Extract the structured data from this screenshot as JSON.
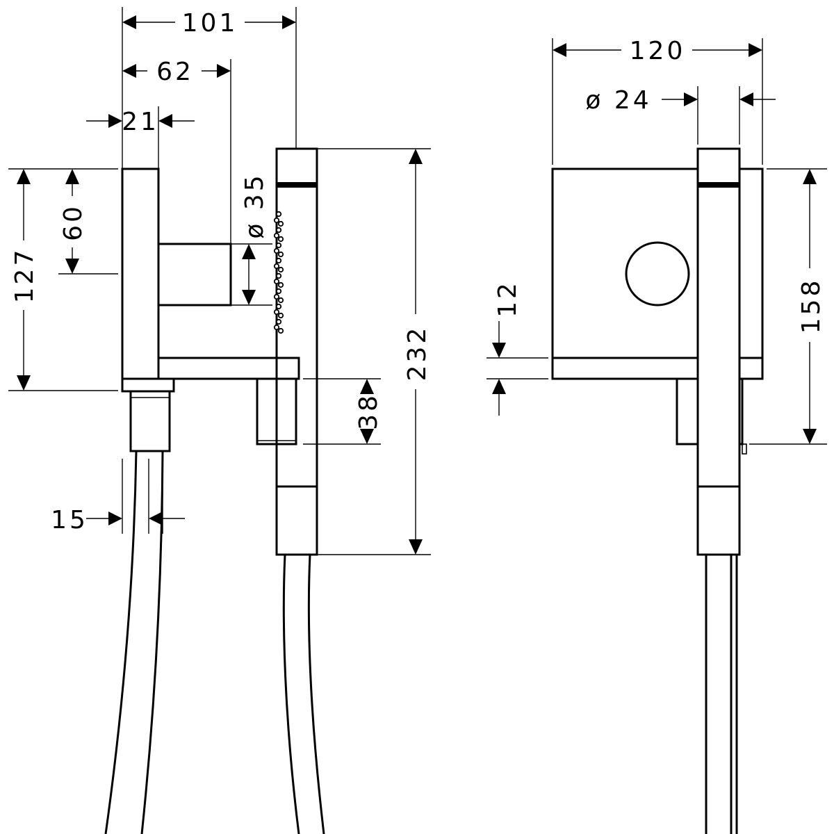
{
  "drawing": {
    "side_view": {
      "dims": {
        "overall_depth": "101",
        "outlet_depth": "62",
        "plate_thickness": "21",
        "handshower_diameter": "ø 35",
        "hose_connection": "15",
        "overall_height": "127",
        "outlet_height": "60",
        "handshower_length": "232",
        "holder_height": "38"
      }
    },
    "front_view": {
      "dims": {
        "plate_width": "120",
        "handle_diameter": "ø 24",
        "plate_height": "158",
        "shelf_height": "12"
      }
    }
  }
}
